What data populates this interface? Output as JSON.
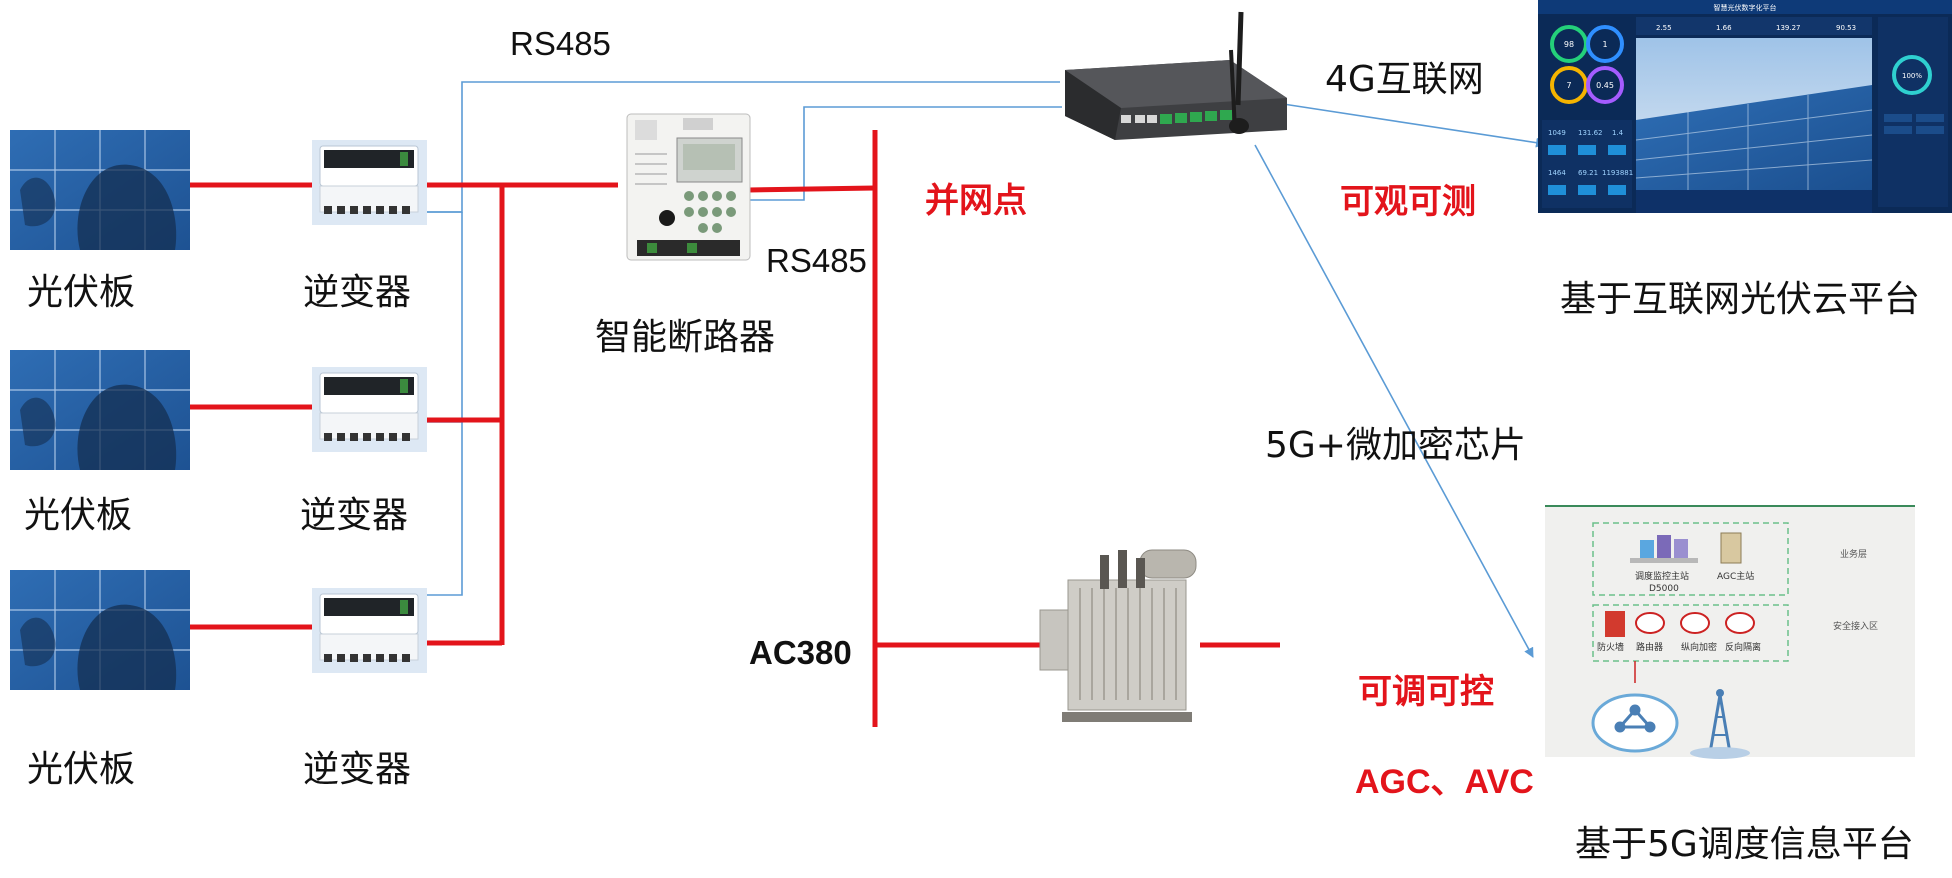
{
  "components": {
    "panel_label": "光伏板",
    "inverter_label": "逆变器",
    "breaker_label": "智能断路器"
  },
  "lines": {
    "rs485_top": "RS485",
    "rs485_mid": "RS485",
    "net_4g": "4G互联网",
    "net_5g": "5G+微加密芯片",
    "ac380": "AC380"
  },
  "highlights": {
    "grid_point": "并网点",
    "observable": "可观可测",
    "controllable": "可调可控",
    "agc_avc": "AGC、AVC"
  },
  "platforms": {
    "cloud": "基于互联网光伏云平台",
    "dispatch": "基于5G调度信息平台"
  },
  "dispatch_screen": {
    "main_station": "调度监控主站",
    "main_station_sub": "D5000",
    "agc_station": "AGC主站",
    "layer_business": "业务层",
    "layer_security": "安全接入区",
    "firewall": "防火墙",
    "router": "路由器",
    "forward_encrypt": "纵向加密",
    "reverse_isolation": "反向隔离"
  },
  "cloud_screen": {
    "title": "智慧光伏数字化平台",
    "gauge_values": [
      "98",
      "1",
      "7",
      "0.45"
    ],
    "kpis": [
      "2.55",
      "1.66",
      "139.27",
      "90.53"
    ],
    "stats_row1": [
      "1049",
      "131.62",
      "1.4"
    ],
    "stats_row2": [
      "1464",
      "69.21",
      "1193881"
    ],
    "ring_value": "100%"
  },
  "colors": {
    "power_line": "#e3141b",
    "comm_line": "#5b9bd5",
    "dashboard_bg": "#0b2a57"
  }
}
